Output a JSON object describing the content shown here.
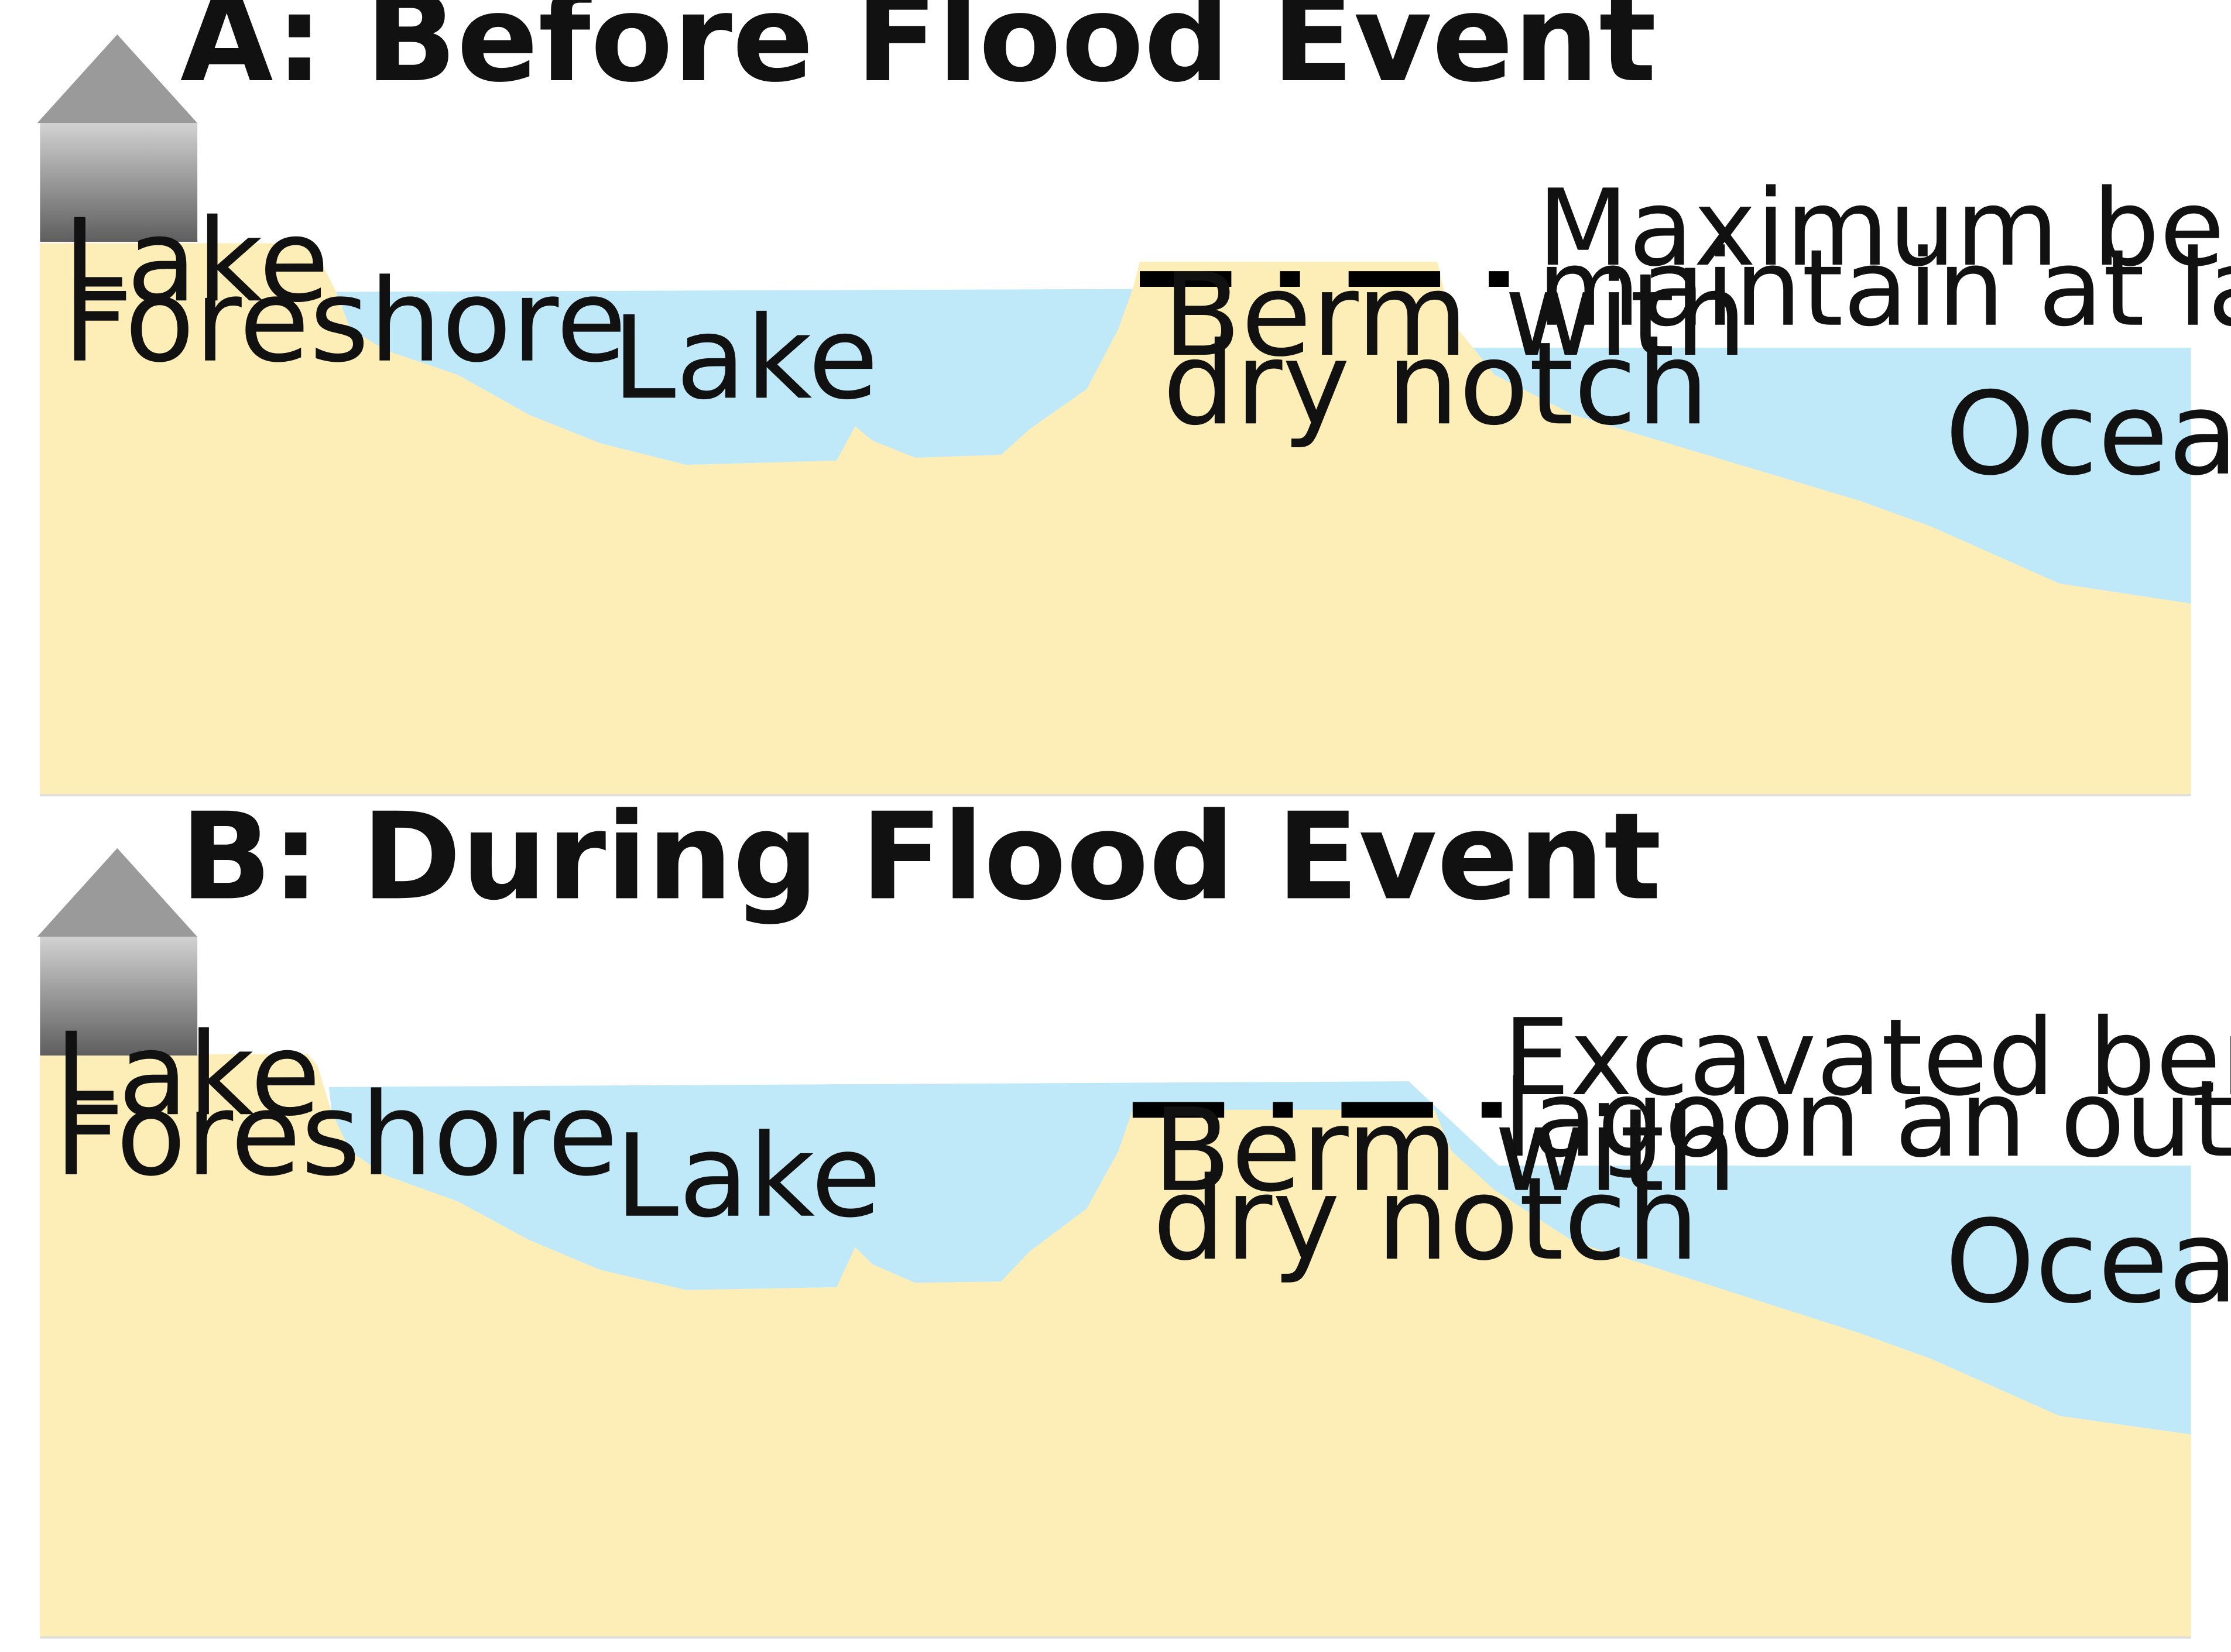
{
  "panels": [
    {
      "title": "A: Before Flood Event",
      "foreshore_line1": "Lake",
      "foreshore_line2": "Foreshore",
      "lake_label": "Lake",
      "berm_line1": "Berm with",
      "berm_line2": "dry notch",
      "ocean_label": "Ocean",
      "note_line1": "Maximum berm height to",
      "note_line2": "maintain at lagoon entrance"
    },
    {
      "title": "B: During Flood Event",
      "foreshore_line1": "Lake",
      "foreshore_line2": "Foreshore",
      "lake_label": "Lake",
      "berm_line1": "Berm with",
      "berm_line2": "dry notch",
      "ocean_label": "Ocean",
      "note_line1": "Excavated berm to give",
      "note_line2": "lagoon an outlet"
    }
  ],
  "colors": {
    "sand": "#FDEDB6",
    "water": "#BFE8F8",
    "house_roof": "#9A9A9A",
    "house_body_top": "#D2D2D2",
    "house_body_bottom": "#5E5E5E",
    "dashed_line": "#000000"
  },
  "icons": {
    "house": "house-icon"
  }
}
